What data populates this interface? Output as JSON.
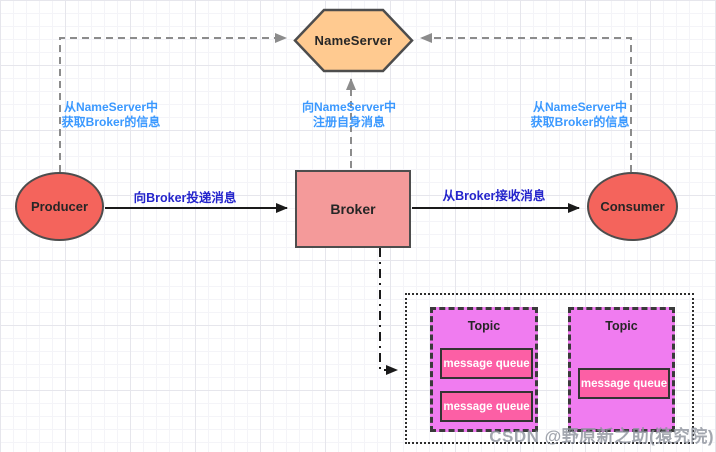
{
  "diagram": {
    "nodes": {
      "nameserver": {
        "label": "NameServer"
      },
      "producer": {
        "label": "Producer"
      },
      "broker": {
        "label": "Broker"
      },
      "consumer": {
        "label": "Consumer"
      }
    },
    "edge_labels": {
      "producer_to_nameserver_line1": "从NameServer中",
      "producer_to_nameserver_line2": "获取Broker的信息",
      "broker_to_nameserver_line1": "向NameServer中",
      "broker_to_nameserver_line2": "注册自身消息",
      "consumer_to_nameserver_line1": "从NameServer中",
      "consumer_to_nameserver_line2": "获取Broker的信息",
      "producer_to_broker": "向Broker投递消息",
      "broker_to_consumer": "从Broker接收消息"
    },
    "topics": [
      {
        "label": "Topic",
        "queues": [
          "message queue",
          "message queue"
        ]
      },
      {
        "label": "Topic",
        "queues": [
          "message queue"
        ]
      }
    ],
    "watermark": "CSDN @野原新之助(猿究院)",
    "colors": {
      "nameserver_fill": "#FFCA90",
      "node_red": "#F4645C",
      "broker_fill": "#F49A9A",
      "topic_fill": "#F07CF0",
      "queue_fill": "#FC5FA5",
      "border_dark": "#4D4D4D",
      "line_gray": "#8C8C8C",
      "label_blue_light": "#3B99FF",
      "label_blue_dark": "#2525CC",
      "watermark_gray": "#8D929C",
      "grid_minor": "#F4F4F8",
      "grid_major": "#E6E6EC"
    }
  }
}
